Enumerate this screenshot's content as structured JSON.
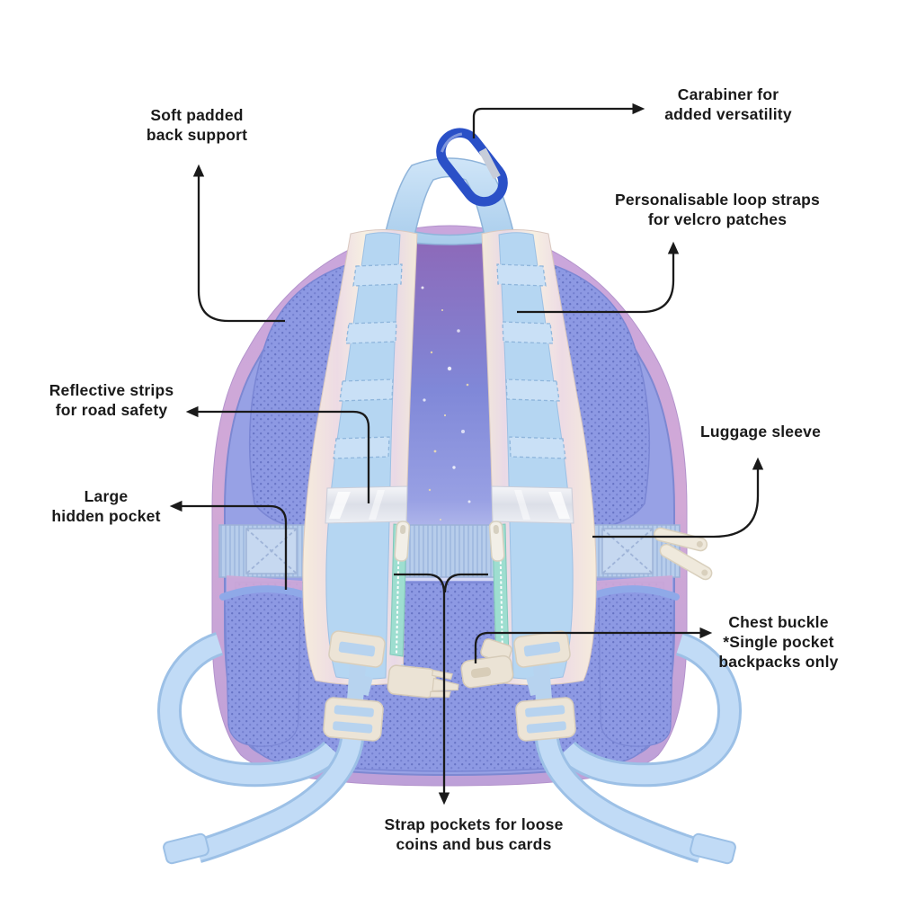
{
  "page": {
    "background": "#ffffff",
    "subject": "Backpack back view with feature callouts"
  },
  "annotations": {
    "soft_padded_back_support": {
      "text": "Soft padded\nback support"
    },
    "carabiner": {
      "text": "Carabiner for\nadded versatility"
    },
    "loop_straps": {
      "text": "Personalisable loop straps\nfor velcro patches"
    },
    "reflective_strips": {
      "text": "Reflective strips\nfor road safety"
    },
    "luggage_sleeve": {
      "text": "Luggage sleeve"
    },
    "hidden_pocket": {
      "text": "Large\nhidden pocket"
    },
    "chest_buckle": {
      "text": "Chest buckle\n*Single pocket\nbackpacks only"
    },
    "strap_pockets": {
      "text": "Strap pockets for loose\ncoins and bus cards"
    }
  },
  "colors": {
    "annotation_line": "#1a1a1a",
    "label_text": "#1a1a1a",
    "carabiner_blue": "#2a50c7",
    "bag_body": "#97a1e5",
    "bag_trim_lavender": "#c9a6dc",
    "mesh_dot": "#5e6abd",
    "strap_blue": "#b5d6f2",
    "strap_pearl": "#f3e9da",
    "zipper_mint": "#9eded0",
    "buckle_cream": "#ebe3d5",
    "webbing_blue": "#c1dbf6",
    "galaxy_purple": "#8d68b8",
    "handle_blue": "#bfdef6"
  }
}
